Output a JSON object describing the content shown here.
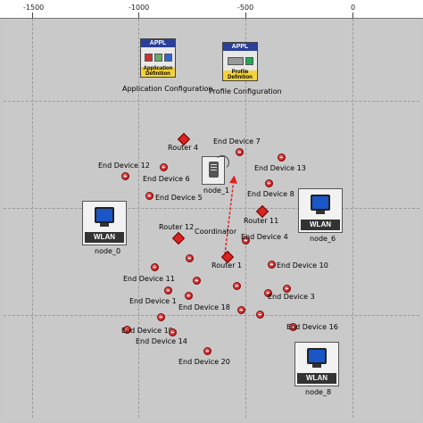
{
  "ruler": {
    "ticks": [
      "-1500",
      "-1000",
      "-500",
      "0"
    ]
  },
  "apps": {
    "application": {
      "header": "APPL",
      "footer1": "Application",
      "footer2": "Definition",
      "caption": "Application Configuration"
    },
    "profile": {
      "header": "APPL",
      "footer1": "Profile",
      "footer2": "Definition",
      "caption": "Profile Configuration"
    }
  },
  "coordinator": {
    "name": "node_1",
    "label": "Coordinator"
  },
  "wlan": {
    "tag": "WLAN",
    "nodes": [
      {
        "name": "node_0"
      },
      {
        "name": "node_6"
      },
      {
        "name": "node_8"
      }
    ]
  },
  "routers": [
    {
      "label": "Router 4"
    },
    {
      "label": "Router 11"
    },
    {
      "label": "Router 12"
    },
    {
      "label": "Router 1"
    }
  ],
  "devices": [
    {
      "label": "End Device 7"
    },
    {
      "label": "End Device 12"
    },
    {
      "label": "End Device 13"
    },
    {
      "label": "End Device 6"
    },
    {
      "label": "End Device 8"
    },
    {
      "label": "End Device 5"
    },
    {
      "label": "End Device 4"
    },
    {
      "label": "End Device 10"
    },
    {
      "label": "End Device 11"
    },
    {
      "label": "End Device 3"
    },
    {
      "label": "End Device 1"
    },
    {
      "label": "End Device 18"
    },
    {
      "label": "End Device 16"
    },
    {
      "label": "End Device 19"
    },
    {
      "label": "End Device 14"
    },
    {
      "label": "End Device 20"
    }
  ],
  "colors": {
    "link": "#e02020",
    "grid": "#9a9a9a",
    "canvas": "#c9c9c9"
  }
}
